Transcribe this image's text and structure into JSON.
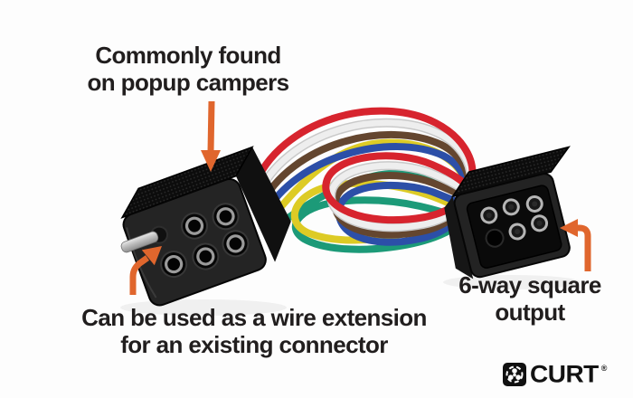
{
  "annotations": {
    "top": {
      "line1": "Commonly found",
      "line2": "on popup campers"
    },
    "bottom_left": {
      "line1": "Can be used as a wire extension",
      "line2": "for an existing connector"
    },
    "right": {
      "line1": "6-way square",
      "line2": "output"
    }
  },
  "brand": {
    "name": "CURT",
    "registered": "®"
  },
  "colors": {
    "text": "#211e1e",
    "arrow": "#e0662d",
    "background": "#fdfdfd",
    "connector": "#1b1b1b",
    "wires": {
      "red": "#d7242e",
      "white": "#eeeeee",
      "white_edge": "#c9c9c9",
      "brown": "#64462f",
      "blue": "#2c4fa8",
      "yellow": "#ddcb25",
      "green": "#1c9a78"
    }
  }
}
